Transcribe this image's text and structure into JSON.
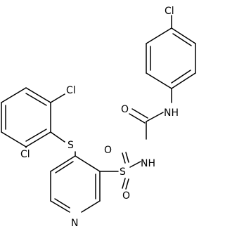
{
  "molecule": {
    "atoms": {
      "cl_top": "Cl",
      "cl_left_top": "Cl",
      "cl_left_bottom": "Cl",
      "nh_upper": "NH",
      "nh_sulfonyl": "NH",
      "o_carbonyl": "O",
      "s_thio": "S",
      "s_sulfonyl": "S",
      "o_sulfonyl_top": "O",
      "o_sulfonyl_bottom": "O",
      "n_pyridine": "N"
    }
  }
}
